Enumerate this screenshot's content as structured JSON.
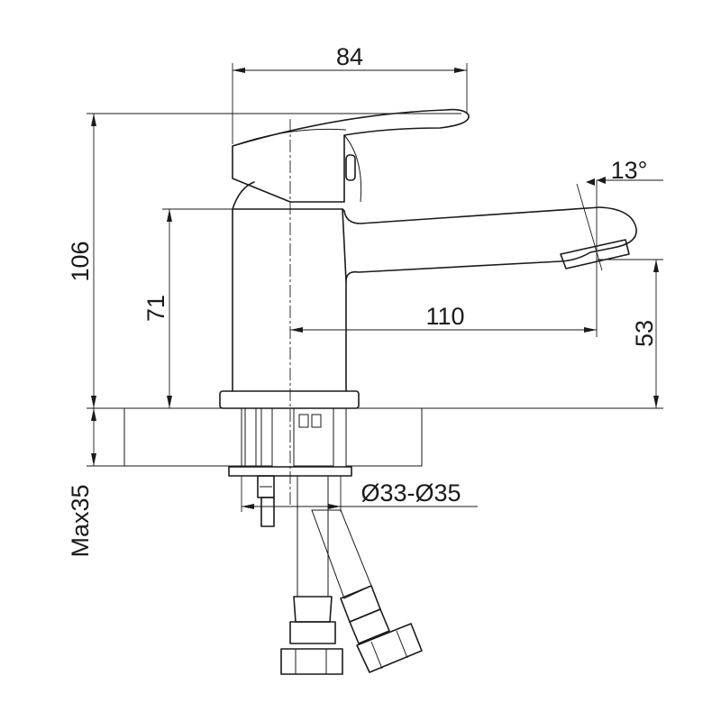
{
  "dimensions": {
    "handle_width": "84",
    "total_height": "106",
    "body_height": "71",
    "spout_reach": "110",
    "spout_height": "53",
    "spout_angle": "13°",
    "mount_hole_diameter": "Ø33-Ø35",
    "max_countertop_thickness": "Max35"
  }
}
